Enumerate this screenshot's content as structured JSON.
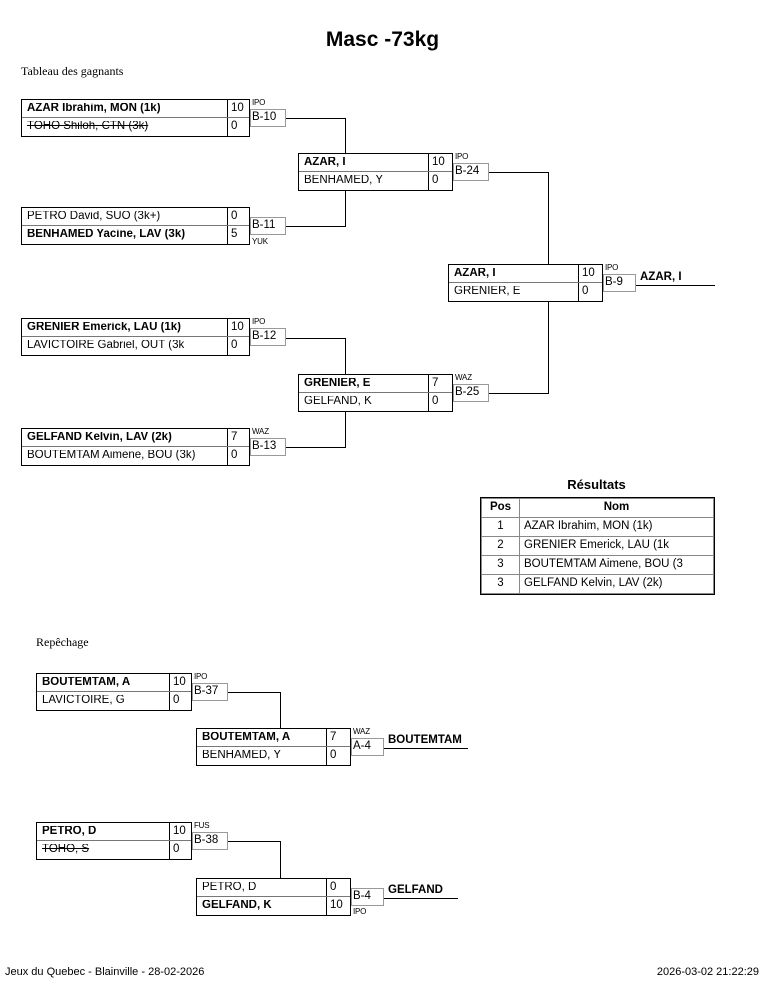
{
  "title": "Masc -73kg",
  "sections": {
    "winners_label": "Tableau des gagnants",
    "repechage_label": "Repêchage"
  },
  "winners_bracket": {
    "round1": [
      {
        "id": "B-10",
        "mark": "IPO",
        "top": {
          "name": "AZAR Ibrahim, MON (1k)",
          "score": "10",
          "winner": true,
          "eliminated": false
        },
        "bottom": {
          "name": "TOHO Shiloh, CTN (3k)",
          "score": "0",
          "winner": false,
          "eliminated": true
        }
      },
      {
        "id": "B-11",
        "mark": "YUK",
        "top": {
          "name": "PETRO David, SUO (3k+)",
          "score": "0",
          "winner": false,
          "eliminated": false
        },
        "bottom": {
          "name": "BENHAMED Yacine, LAV (3k)",
          "score": "5",
          "winner": true,
          "eliminated": false
        }
      },
      {
        "id": "B-12",
        "mark": "IPO",
        "top": {
          "name": "GRENIER Emerick, LAU (1k)",
          "score": "10",
          "winner": true,
          "eliminated": false
        },
        "bottom": {
          "name": "LAVICTOIRE Gabriel, OUT (3k",
          "score": "0",
          "winner": false,
          "eliminated": false
        }
      },
      {
        "id": "B-13",
        "mark": "WAZ",
        "top": {
          "name": "GELFAND Kelvin, LAV (2k)",
          "score": "7",
          "winner": true,
          "eliminated": false
        },
        "bottom": {
          "name": "BOUTEMTAM Aimene, BOU (3k)",
          "score": "0",
          "winner": false,
          "eliminated": false
        }
      }
    ],
    "round2": [
      {
        "id": "B-24",
        "mark": "IPO",
        "top": {
          "name": "AZAR, I",
          "score": "10",
          "winner": true,
          "eliminated": false
        },
        "bottom": {
          "name": "BENHAMED, Y",
          "score": "0",
          "winner": false,
          "eliminated": false
        }
      },
      {
        "id": "B-25",
        "mark": "WAZ",
        "top": {
          "name": "GRENIER, E",
          "score": "7",
          "winner": true,
          "eliminated": false
        },
        "bottom": {
          "name": "GELFAND, K",
          "score": "0",
          "winner": false,
          "eliminated": false
        }
      }
    ],
    "final": {
      "id": "B-9",
      "mark": "IPO",
      "top": {
        "name": "AZAR, I",
        "score": "10",
        "winner": true,
        "eliminated": false
      },
      "bottom": {
        "name": "GRENIER, E",
        "score": "0",
        "winner": false,
        "eliminated": false
      },
      "winner_name": "AZAR, I"
    }
  },
  "repechage_bracket": {
    "upper": {
      "round1": {
        "id": "B-37",
        "mark": "IPO",
        "top": {
          "name": "BOUTEMTAM, A",
          "score": "10",
          "winner": true,
          "eliminated": false
        },
        "bottom": {
          "name": "LAVICTOIRE, G",
          "score": "0",
          "winner": false,
          "eliminated": false
        }
      },
      "round2": {
        "id": "A-4",
        "mark": "WAZ",
        "top": {
          "name": "BOUTEMTAM, A",
          "score": "7",
          "winner": true,
          "eliminated": false
        },
        "bottom": {
          "name": "BENHAMED, Y",
          "score": "0",
          "winner": false,
          "eliminated": false
        },
        "winner_name": "BOUTEMTAM"
      }
    },
    "lower": {
      "round1": {
        "id": "B-38",
        "mark": "FUS",
        "top": {
          "name": "PETRO, D",
          "score": "10",
          "winner": true,
          "eliminated": false
        },
        "bottom": {
          "name": "TOHO, S",
          "score": "0",
          "winner": false,
          "eliminated": true
        }
      },
      "round2": {
        "id": "B-4",
        "mark": "IPO",
        "top": {
          "name": "PETRO, D",
          "score": "0",
          "winner": false,
          "eliminated": false
        },
        "bottom": {
          "name": "GELFAND, K",
          "score": "10",
          "winner": true,
          "eliminated": false
        },
        "winner_name": "GELFAND"
      }
    }
  },
  "results": {
    "title": "Résultats",
    "columns": [
      "Pos",
      "Nom"
    ],
    "rows": [
      {
        "pos": "1",
        "nom": "AZAR Ibrahim, MON (1k)"
      },
      {
        "pos": "2",
        "nom": "GRENIER Emerick, LAU (1k"
      },
      {
        "pos": "3",
        "nom": "BOUTEMTAM Aimene, BOU (3"
      },
      {
        "pos": "3",
        "nom": "GELFAND Kelvin, LAV (2k)"
      }
    ]
  },
  "footer": {
    "left": "Jeux du Quebec - Blainville - 28-02-2026",
    "right": "2026-03-02 21:22:29"
  }
}
